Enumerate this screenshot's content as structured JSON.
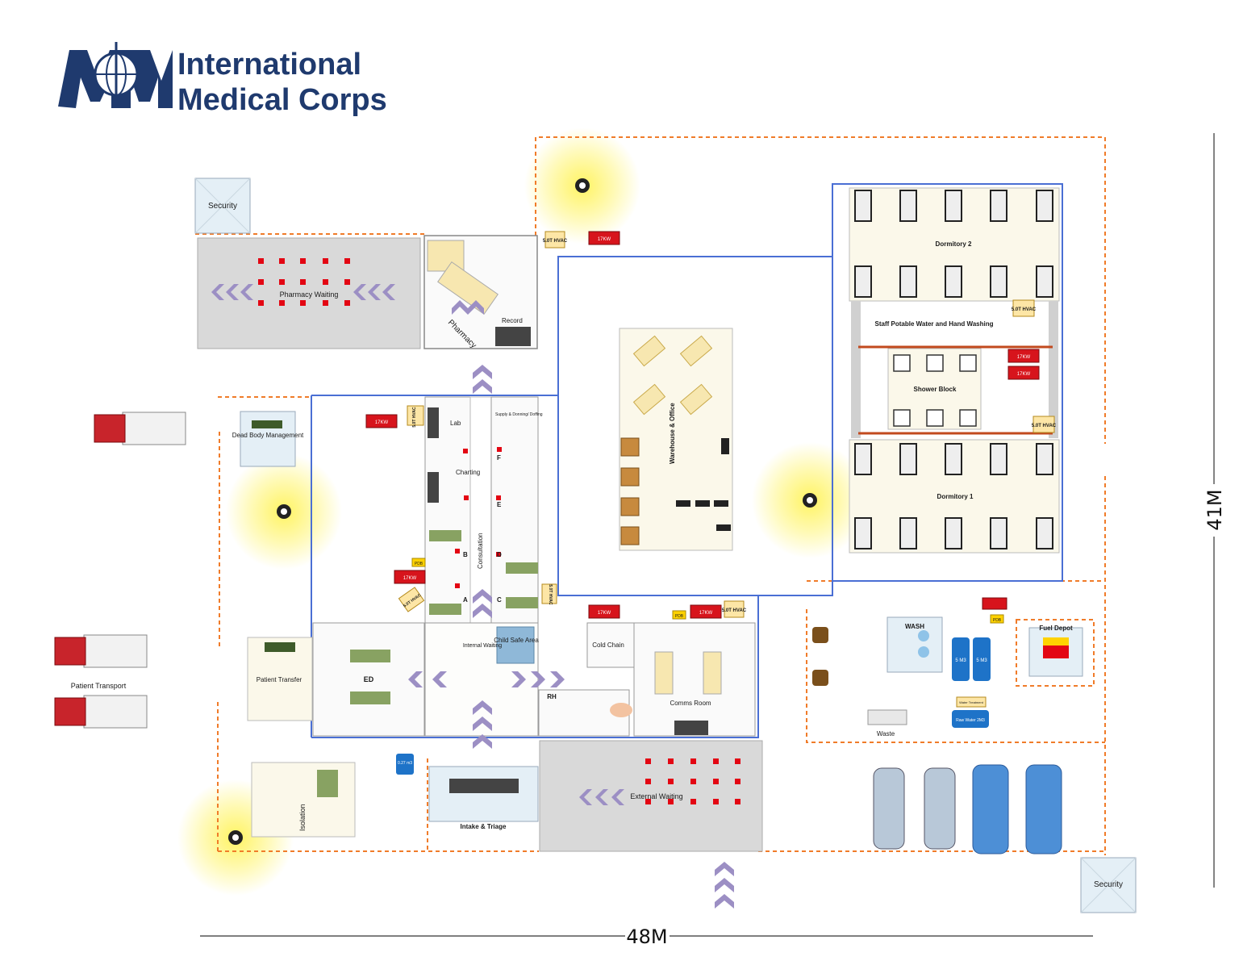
{
  "logo": {
    "line1": "International",
    "line2": "Medical Corps",
    "badge": "International Medical Corps"
  },
  "dimensions": {
    "width": "48M",
    "height": "41M"
  },
  "colors": {
    "brand": "#1f3a6e",
    "boundary": "#f07c2a",
    "wall": "#4a6fd4",
    "chevron": "#8a7ab8",
    "generator": "#d7141c",
    "light": "#fff35a",
    "waiting": "#d9d9d9",
    "water": "#1e73c8"
  },
  "areas": {
    "security_top": "Security",
    "security_bottom": "Security",
    "pharmacy_waiting": "Pharmacy Waiting",
    "pharmacy": "Pharmacy",
    "record": "Record",
    "dead_body": "Dead Body Management",
    "patient_transfer": "Patient Transfer",
    "patient_transport": "Patient Transport",
    "lab": "Lab",
    "charting": "Charting",
    "consultation": "Consultation",
    "supply": "Supply & Donning/ Doffing",
    "child_safe": "Child Safe Area",
    "internal_waiting": "Internal Waiting",
    "cold_chain": "Cold Chain",
    "comms_room": "Comms Room",
    "rh": "RH",
    "ed": "ED",
    "isolation": "Isolation",
    "intake": "Intake & Triage",
    "external_waiting": "External Waiting",
    "warehouse": "Warehouse & Office",
    "dormitory2": "Dormitory 2",
    "dormitory1": "Dormitory 1",
    "staff_water": "Staff Potable Water and Hand Washing",
    "shower": "Shower Block",
    "wash": "WASH",
    "fuel": "Fuel Depot",
    "waste": "Waste",
    "water_treatment": "Water Treatment",
    "raw_water": "Raw Water 2M3"
  },
  "rooms": [
    "F",
    "E",
    "D",
    "C",
    "B",
    "A"
  ],
  "equipment": {
    "hvac": "5.0T HVAC",
    "generator": "17KW",
    "pdb": "PDB",
    "tank": "5 M3",
    "small_tank": "0.27 m3"
  }
}
